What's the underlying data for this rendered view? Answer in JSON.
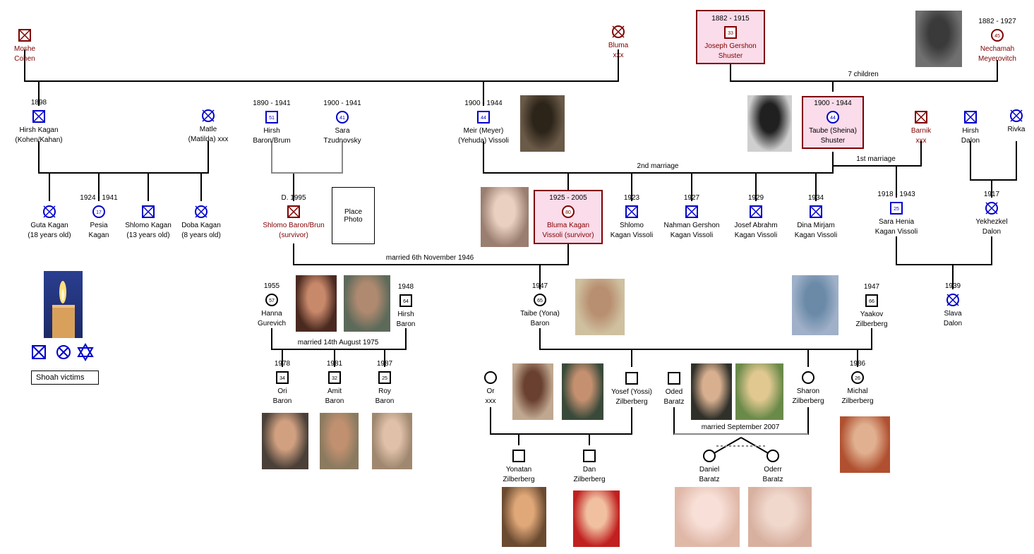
{
  "colors": {
    "victim": "#0000cc",
    "deceased": "#800000",
    "living": "#000000",
    "highlight_fill": "#fadcea",
    "line": "#000000",
    "marriage_line_gray": "#888888"
  },
  "people": [
    {
      "id": "moshe",
      "name": [
        "Moshe",
        "Cohen"
      ],
      "years": "",
      "sex": "m",
      "status": "deceased",
      "age": ""
    },
    {
      "id": "bluma_sr",
      "name": [
        "Bluma",
        "xxx"
      ],
      "years": "",
      "sex": "f",
      "status": "deceased",
      "age": ""
    },
    {
      "id": "joseph",
      "name": [
        "Joseph  Gershon",
        "Shuster"
      ],
      "years": "1882 - 1915",
      "sex": "m",
      "status": "deceased",
      "age": "33",
      "highlight": true
    },
    {
      "id": "nechamah",
      "name": [
        "Nechamah",
        "Meyerovitch"
      ],
      "years": "1882 - 1927",
      "sex": "f",
      "status": "deceased",
      "age": "45"
    },
    {
      "id": "hirsh_kagan",
      "name": [
        "Hirsh Kagan",
        "(Kohen/Kahan)"
      ],
      "years": "1898",
      "sex": "m",
      "status": "victim",
      "age": ""
    },
    {
      "id": "matle",
      "name": [
        "Matle",
        "(Matilda) xxx"
      ],
      "years": "",
      "sex": "f",
      "status": "victim",
      "age": ""
    },
    {
      "id": "hirsh_baron_sr",
      "name": [
        "Hirsh",
        "Baron/Brum"
      ],
      "years": "1890 - 1941",
      "sex": "m",
      "status": "victim",
      "age": "51"
    },
    {
      "id": "sara_tz",
      "name": [
        "Sara",
        "Tzudnovsky"
      ],
      "years": "1900 - 1941",
      "sex": "f",
      "status": "victim",
      "age": "41"
    },
    {
      "id": "meir",
      "name": [
        "Meir (Meyer)",
        "(Yehuda) Vissoli"
      ],
      "years": "1900 - 1944",
      "sex": "m",
      "status": "victim",
      "age": "44"
    },
    {
      "id": "taube",
      "name": [
        "Taube (Sheina)",
        "Shuster"
      ],
      "years": "1900 - 1944",
      "sex": "f",
      "status": "victim",
      "age": "44",
      "highlight": true
    },
    {
      "id": "barnik",
      "name": [
        "Barnik",
        "xxx"
      ],
      "years": "",
      "sex": "m",
      "status": "deceased",
      "age": ""
    },
    {
      "id": "hirsh_dalon",
      "name": [
        "Hirsh",
        "Dalon"
      ],
      "years": "",
      "sex": "m",
      "status": "victim",
      "age": ""
    },
    {
      "id": "rivka",
      "name": [
        "Rivka",
        ""
      ],
      "years": "",
      "sex": "f",
      "status": "victim",
      "age": ""
    },
    {
      "id": "guta",
      "name": [
        "Guta Kagan",
        "(18 years old)"
      ],
      "years": "",
      "sex": "f",
      "status": "victim",
      "age": ""
    },
    {
      "id": "pesia",
      "name": [
        "Pesia",
        "Kagan"
      ],
      "years": "1924 - 1941",
      "sex": "f",
      "status": "victim",
      "age": "17"
    },
    {
      "id": "shlomo_kagan",
      "name": [
        "Shlomo Kagan",
        "(13 years old)"
      ],
      "years": "",
      "sex": "m",
      "status": "victim",
      "age": ""
    },
    {
      "id": "doba",
      "name": [
        "Doba Kagan",
        "(8 years old)"
      ],
      "years": "",
      "sex": "f",
      "status": "victim",
      "age": ""
    },
    {
      "id": "shlomo_baron",
      "name": [
        "Shlomo Baron/Brun",
        "(survivor)"
      ],
      "years": "D. 1995",
      "sex": "m",
      "status": "deceased",
      "age": ""
    },
    {
      "id": "bluma_kagan",
      "name": [
        "Bluma Kagan",
        "Vissoli (survivor)"
      ],
      "years": "1925 - 2005",
      "sex": "f",
      "status": "deceased",
      "age": "80",
      "highlight": true
    },
    {
      "id": "shlomo_kv",
      "name": [
        "Shlomo",
        "Kagan Vissoli"
      ],
      "years": "1923",
      "sex": "m",
      "status": "victim",
      "age": ""
    },
    {
      "id": "nahman",
      "name": [
        "Nahman Gershon",
        "Kagan Vissoli"
      ],
      "years": "1927",
      "sex": "m",
      "status": "victim",
      "age": ""
    },
    {
      "id": "josef_abr",
      "name": [
        "Josef Abrahm",
        "Kagan Vissoli"
      ],
      "years": "1929",
      "sex": "m",
      "status": "victim",
      "age": ""
    },
    {
      "id": "dina",
      "name": [
        "Dina Mirjam",
        "Kagan Vissoli"
      ],
      "years": "1934",
      "sex": "m",
      "status": "victim",
      "age": ""
    },
    {
      "id": "sara_henia",
      "name": [
        "Sara   Henia",
        "Kagan Vissoli"
      ],
      "years": "1918 - 1943",
      "sex": "m",
      "status": "victim",
      "age": "25"
    },
    {
      "id": "yekhezkel",
      "name": [
        "Yekhezkel",
        "Dalon"
      ],
      "years": "1917",
      "sex": "f",
      "status": "victim",
      "age": ""
    },
    {
      "id": "hanna",
      "name": [
        "Hanna",
        "Gurevich"
      ],
      "years": "1955",
      "sex": "f",
      "status": "living",
      "age": "57"
    },
    {
      "id": "hirsh_baron",
      "name": [
        "Hirsh",
        "Baron"
      ],
      "years": "1948",
      "sex": "m",
      "status": "living",
      "age": "64"
    },
    {
      "id": "taibe",
      "name": [
        "Taibe (Yona)",
        "Baron"
      ],
      "years": "1947",
      "sex": "f",
      "status": "living",
      "age": "65"
    },
    {
      "id": "yaakov",
      "name": [
        "Yaakov",
        "Zilberberg"
      ],
      "years": "1947",
      "sex": "m",
      "status": "living",
      "age": "66"
    },
    {
      "id": "slava",
      "name": [
        "Slava",
        "Dalon"
      ],
      "years": "1939",
      "sex": "f",
      "status": "victim",
      "age": ""
    },
    {
      "id": "ori",
      "name": [
        "Ori",
        "Baron"
      ],
      "years": "1978",
      "sex": "m",
      "status": "living",
      "age": "34"
    },
    {
      "id": "amit",
      "name": [
        "Amit",
        "Baron"
      ],
      "years": "1981",
      "sex": "m",
      "status": "living",
      "age": "32"
    },
    {
      "id": "roy",
      "name": [
        "Roy",
        "Baron"
      ],
      "years": "1987",
      "sex": "m",
      "status": "living",
      "age": "25"
    },
    {
      "id": "or",
      "name": [
        "Or",
        "xxx"
      ],
      "years": "",
      "sex": "f",
      "status": "living",
      "age": ""
    },
    {
      "id": "yosef",
      "name": [
        "Yosef (Yossi)",
        "Zilberberg"
      ],
      "years": "",
      "sex": "m",
      "status": "living",
      "age": ""
    },
    {
      "id": "oded",
      "name": [
        "Oded",
        "Baratz"
      ],
      "years": "",
      "sex": "m",
      "status": "living",
      "age": ""
    },
    {
      "id": "sharon",
      "name": [
        "Sharon",
        "Zilberberg"
      ],
      "years": "",
      "sex": "f",
      "status": "living",
      "age": ""
    },
    {
      "id": "michal",
      "name": [
        "Michal",
        "Zilberberg"
      ],
      "years": "1986",
      "sex": "f",
      "status": "living",
      "age": "26"
    },
    {
      "id": "yonatan",
      "name": [
        "Yonatan",
        "Zilberberg"
      ],
      "years": "",
      "sex": "m",
      "status": "living",
      "age": ""
    },
    {
      "id": "dan",
      "name": [
        "Dan",
        "Zilberberg"
      ],
      "years": "",
      "sex": "m",
      "status": "living",
      "age": ""
    },
    {
      "id": "daniel",
      "name": [
        "Daniel",
        "Baratz"
      ],
      "years": "",
      "sex": "f",
      "status": "living",
      "age": ""
    },
    {
      "id": "oderr",
      "name": [
        "Oderr",
        "Baratz"
      ],
      "years": "",
      "sex": "f",
      "status": "living",
      "age": ""
    }
  ],
  "marriage_labels": {
    "seven_children": "7 children",
    "second_marriage": "2nd marriage",
    "first_marriage": "1st marriage",
    "married_1946": "married 6th November 1946",
    "married_1975": "married 14th August 1975",
    "married_2007": "married September 2007"
  },
  "place_photo": [
    "Place",
    "Photo"
  ],
  "legend": {
    "label": "Shoah victims",
    "icons": [
      "male-victim-icon",
      "female-victim-icon",
      "star-of-david-icon"
    ]
  },
  "photos": [
    "nechamah-photo",
    "meir-photo",
    "taube-photo",
    "bluma-photo",
    "hanna-photo",
    "hirsh-photo",
    "taibe-photo",
    "yaakov-photo",
    "candle-photo",
    "ori-photo",
    "amit-photo",
    "roy-photo",
    "or-photo",
    "yosef-photo",
    "oded-photo",
    "sharon-photo",
    "michal-photo",
    "yonatan-photo",
    "dan-photo",
    "daniel-photo",
    "oderr-photo"
  ]
}
